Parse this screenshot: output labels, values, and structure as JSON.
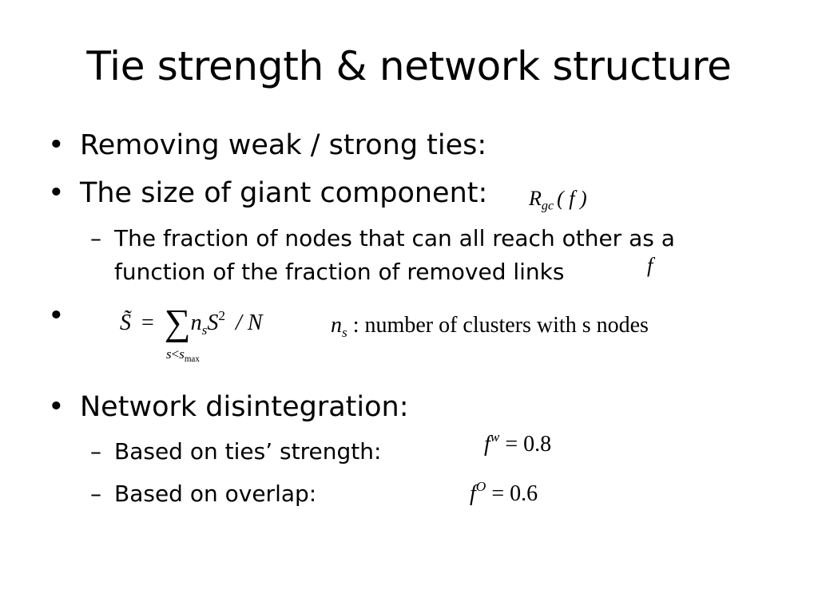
{
  "slide": {
    "title": "Tie strength & network structure",
    "bullets": {
      "removing": "Removing weak / strong ties:",
      "giant_component": "The size of giant component:",
      "fraction_line1": "The fraction of nodes that can all reach other as a",
      "fraction_line2": "function of the fraction of removed links",
      "disintegration": "Network disintegration:",
      "strength": "Based on ties’ strength:",
      "overlap": "Based on overlap:"
    },
    "markers": {
      "bullet": "•",
      "dash": "–"
    },
    "formulas": {
      "rgc_R": "R",
      "rgc_sub": "gc",
      "rgc_arg": "( f )",
      "f_symbol": "f",
      "s_tilde": "S̃",
      "equals": "=",
      "sum": "∑",
      "sum_limit_s": "s",
      "sum_limit_lt": "<",
      "sum_limit_smax": "s",
      "sum_limit_max": "max",
      "ns_n": "n",
      "ns_s": "s",
      "s_cap": "S",
      "squared": "2",
      "slash_n": "/ N",
      "ns_desc_n": "n",
      "ns_desc_s": "s",
      "ns_desc_text": " : number of clusters with s nodes",
      "fw_f": "f",
      "fw_sup": "w",
      "fw_value": " = 0.8",
      "fo_f": "f",
      "fo_sup": "O",
      "fo_value": " = 0.6"
    }
  }
}
